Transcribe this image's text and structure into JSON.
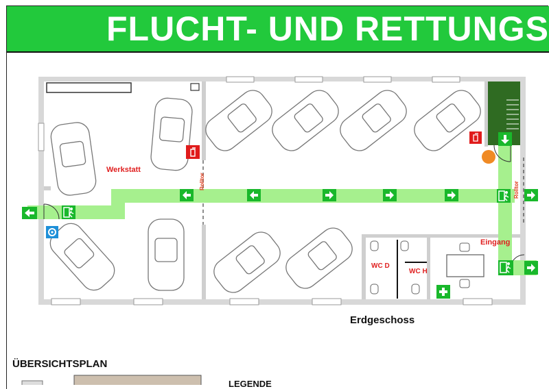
{
  "header": {
    "title": "FLUCHT- UND RETTUNGS",
    "color": "#22c93c"
  },
  "plan": {
    "floor_label": "Erdgeschoss",
    "rooms": {
      "workshop": "Werkstatt",
      "entrance": "Eingang",
      "wc_women": "WC D",
      "wc_men": "WC H"
    },
    "doors": {
      "roller_door_1": "Rolltor",
      "roller_door_2": "Rolltor"
    },
    "escape_route_color": "#a6f08e",
    "sign_color": "#19b82b",
    "fire_equipment_color": "#e01b1b"
  },
  "overview": {
    "title": "ÜBERSICHTSPLAN"
  },
  "legend": {
    "title": "LEGENDE"
  }
}
